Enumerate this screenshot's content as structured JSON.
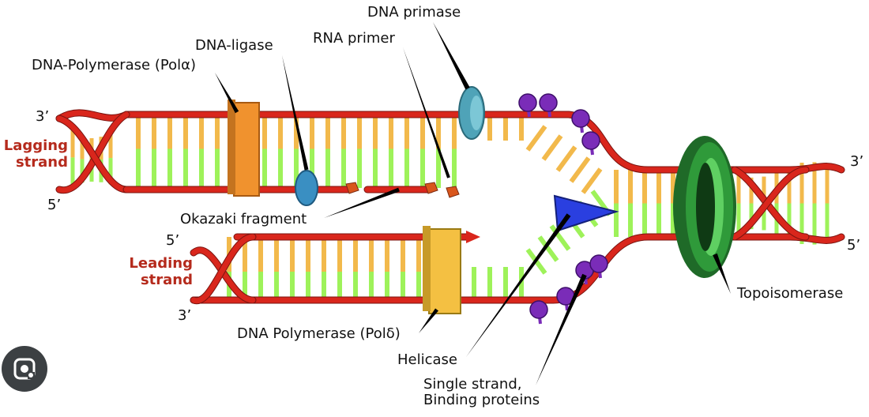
{
  "labels": {
    "dna_primase": "DNA primase",
    "dna_ligase": "DNA-ligase",
    "rna_primer": "RNA primer",
    "pol_alpha": "DNA-Polymerase (Polα)",
    "okazaki": "Okazaki fragment",
    "pol_delta": "DNA Polymerase (Polδ)",
    "helicase": "Helicase",
    "ssb_line1": "Single strand,",
    "ssb_line2": "Binding proteins",
    "topoisomerase": "Topoisomerase"
  },
  "strands": {
    "lagging_line1": "Lagging",
    "lagging_line2": "strand",
    "leading_line1": "Leading",
    "leading_line2": "strand"
  },
  "ends": {
    "top_left_3": "3’",
    "top_left_5": "5’",
    "mid_left_5": "5’",
    "bottom_left_3": "3’",
    "right_3": "3’",
    "right_5": "5’"
  },
  "colors": {
    "backbone": "#d9261c",
    "base_orange": "#f2b94b",
    "base_green": "#9ef25a",
    "polymerase_alpha": "#f0922e",
    "polymerase_delta": "#f4c042",
    "ligase": "#3a8fc2",
    "primase": "#4fa3b8",
    "helicase": "#2a3fe0",
    "ssb": "#7a2cb8",
    "topoisomerase": "#2f9a3a"
  },
  "overlay": {
    "lens_icon": "lens-icon"
  }
}
